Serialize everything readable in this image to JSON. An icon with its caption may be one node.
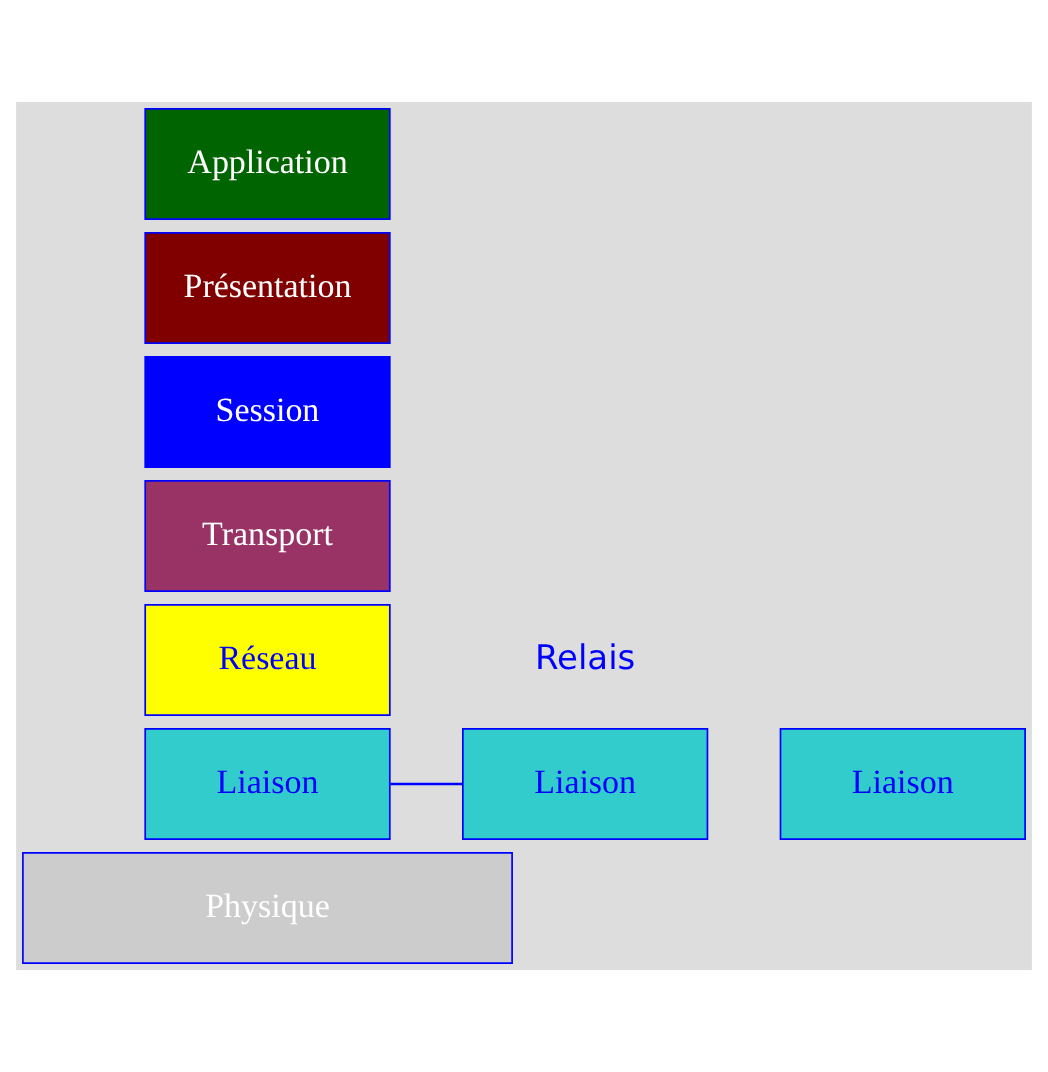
{
  "diagram": {
    "nodes": [
      {
        "text": [
          "Application"
        ]
      },
      {
        "text": [
          "Présentation"
        ]
      },
      {
        "text": [
          "Session"
        ]
      },
      {
        "text": [
          "Transport"
        ]
      },
      {
        "text": [
          "Réseau"
        ]
      },
      {
        "text": [
          "Liaison"
        ]
      },
      {
        "text": [
          "Liaison"
        ]
      },
      {
        "text": [
          "Liaison"
        ]
      },
      {
        "text": [
          "Physique"
        ]
      }
    ],
    "edges": [
      {
        "from": 5,
        "to": 6,
        "arrow": "none"
      }
    ],
    "labels": [
      "Relais"
    ]
  }
}
